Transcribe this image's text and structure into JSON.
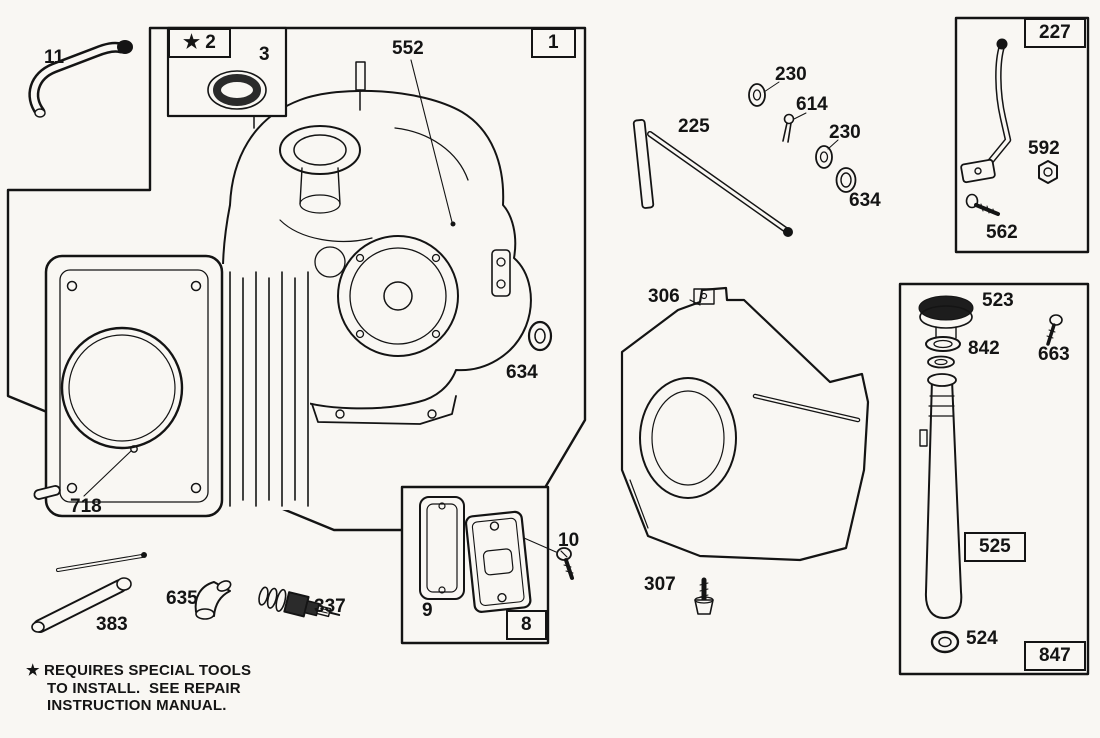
{
  "page": {
    "background": "#f9f7f3",
    "ink": "#141414",
    "description_of_figure": "Exploded engine parts diagram: cylinder/crankcase group with numbered callouts"
  },
  "callouts": {
    "n11": "11",
    "n2": "★ 2",
    "n3": "3",
    "n552": "552",
    "n1": "1",
    "n225": "225",
    "n230a": "230",
    "n614": "614",
    "n230b": "230",
    "n634a": "634",
    "n227": "227",
    "n592": "592",
    "n562": "562",
    "n306": "306",
    "n634b": "634",
    "n523": "523",
    "n842": "842",
    "n663": "663",
    "n525": "525",
    "n524": "524",
    "n847": "847",
    "n718": "718",
    "n383": "383",
    "n635": "635",
    "n337": "337",
    "n9": "9",
    "n8": "8",
    "n10": "10",
    "n307": "307"
  },
  "footnote": {
    "line1": "★ REQUIRES SPECIAL TOOLS",
    "line2": "TO INSTALL.  SEE REPAIR",
    "line3": "INSTRUCTION MANUAL."
  }
}
